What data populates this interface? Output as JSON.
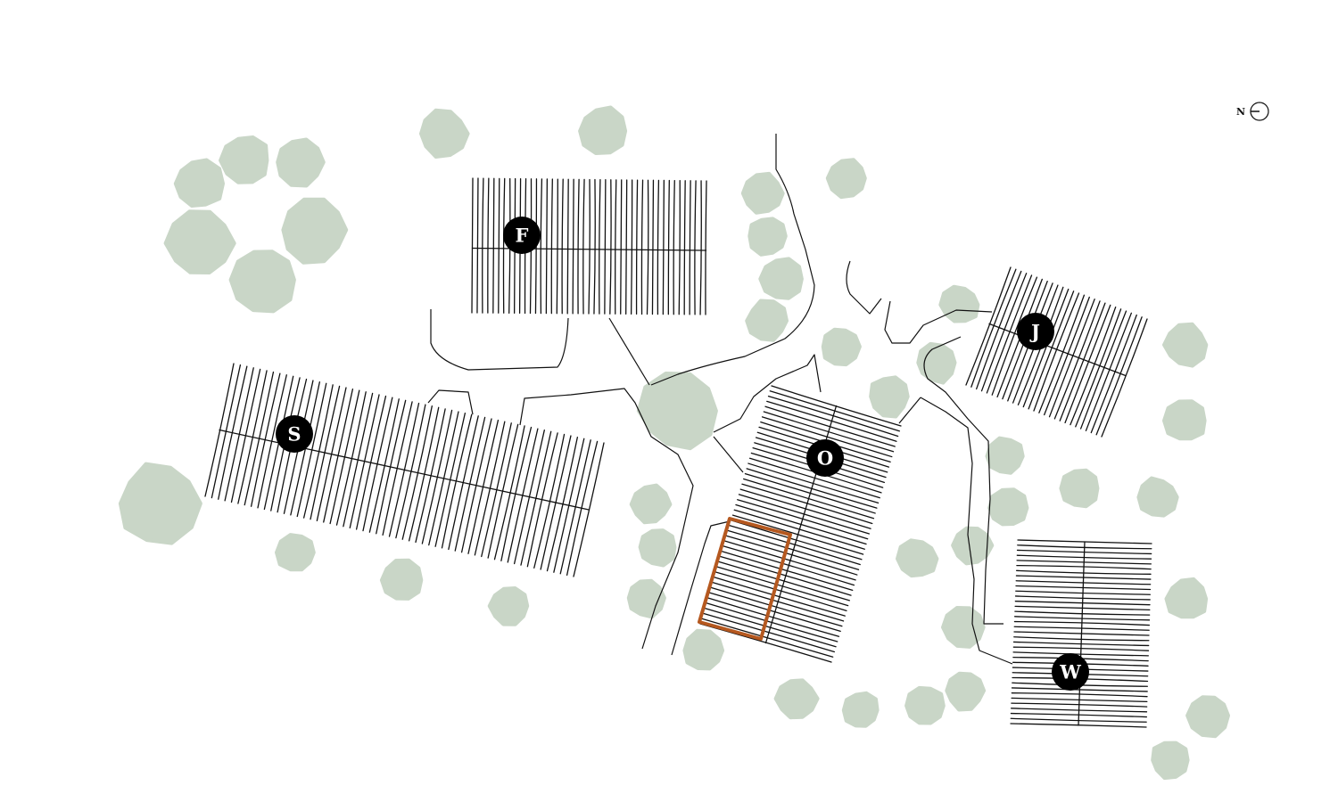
{
  "map": {
    "blocks": [
      {
        "id": "F",
        "label": "F"
      },
      {
        "id": "S",
        "label": "S"
      },
      {
        "id": "O",
        "label": "O"
      },
      {
        "id": "J",
        "label": "J"
      },
      {
        "id": "W",
        "label": "W"
      }
    ],
    "highlight_color": "#b5581f",
    "tree_color": "#c9d6c7",
    "compass": {
      "label": "N"
    }
  }
}
